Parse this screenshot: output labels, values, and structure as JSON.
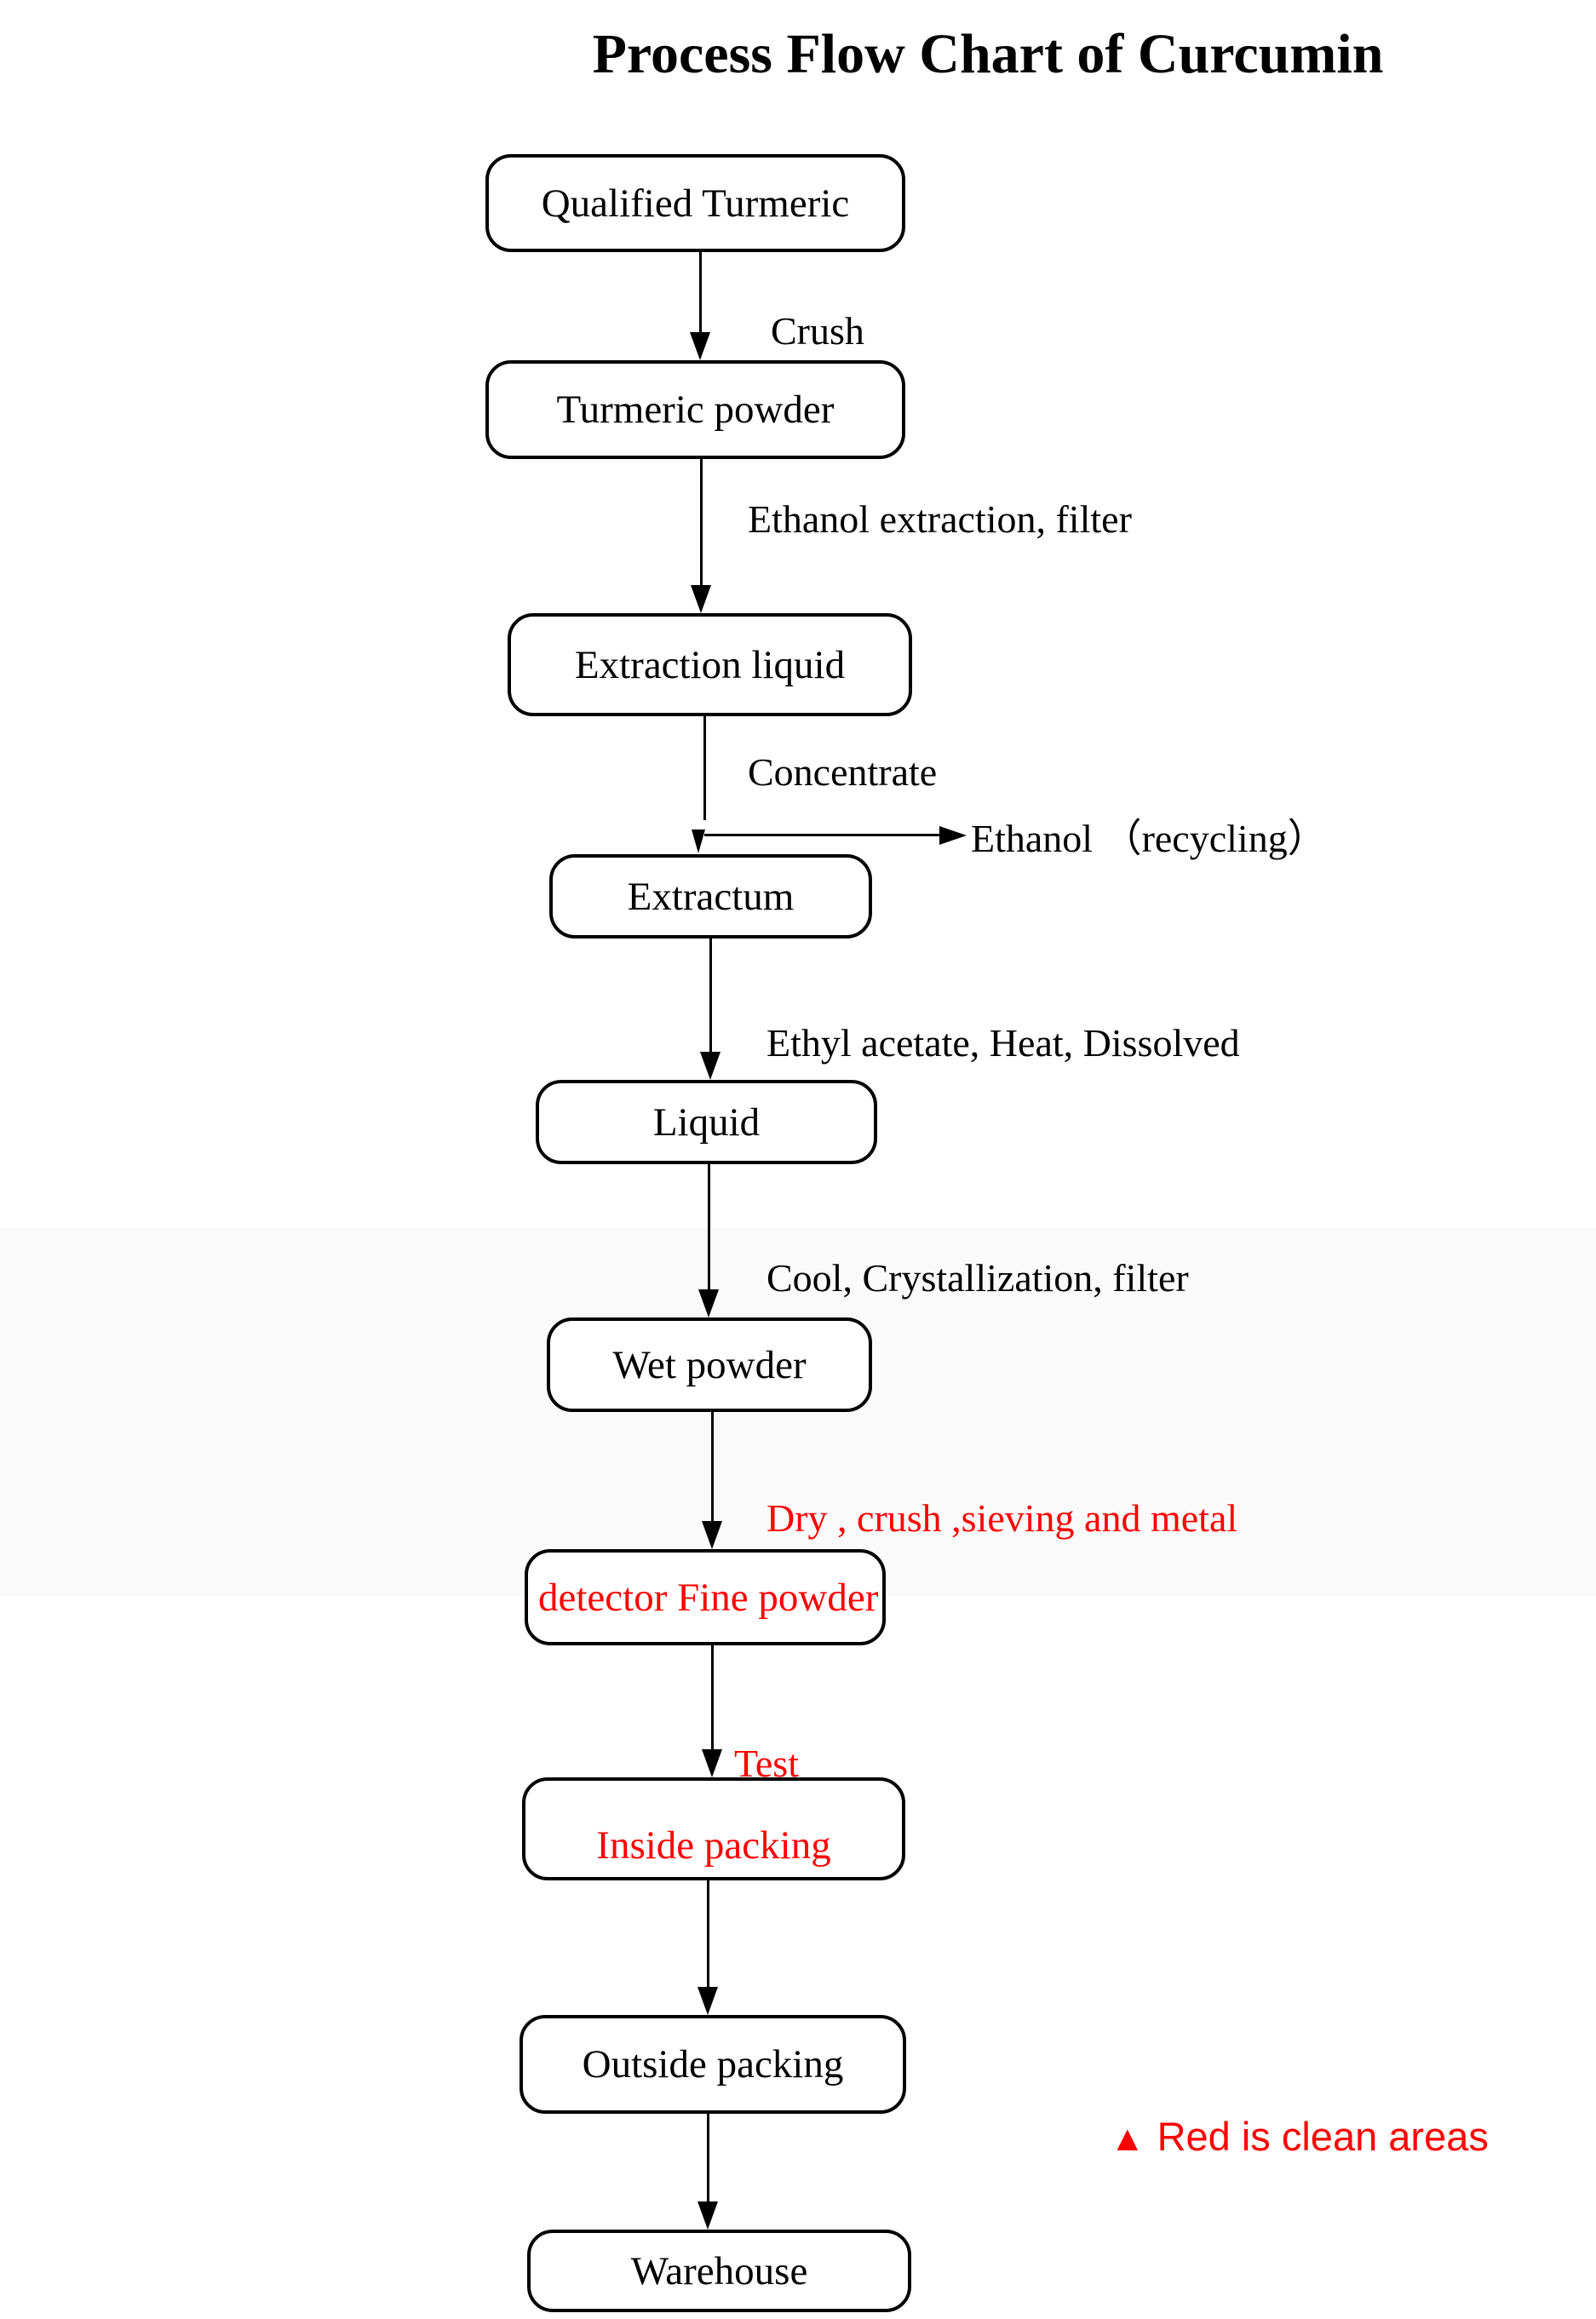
{
  "title": "Process Flow Chart of Curcumin",
  "colors": {
    "clean_area_red": "#ff0000",
    "band_gray": "#fafafa",
    "line_black": "#000000"
  },
  "flowchart": {
    "nodes": [
      {
        "label": "Qualified Turmeric"
      },
      {
        "label": "Turmeric powder"
      },
      {
        "label": "Extraction liquid"
      },
      {
        "label": "Extractum"
      },
      {
        "label": "Liquid"
      },
      {
        "label": "Wet powder"
      },
      {
        "label": "detector Fine powder"
      },
      {
        "label": "Inside packing"
      },
      {
        "label": "Outside packing"
      },
      {
        "label": "Warehouse"
      }
    ],
    "edge_labels": [
      {
        "text": "Crush"
      },
      {
        "text": "Ethanol extraction, filter"
      },
      {
        "text": "Concentrate"
      },
      {
        "text": "Ethanol （recycling）"
      },
      {
        "text": "Ethyl acetate, Heat, Dissolved"
      },
      {
        "text": "Cool, Crystallization, filter"
      },
      {
        "text": "Dry , crush ,sieving and metal"
      },
      {
        "text": "Test"
      }
    ],
    "legend": {
      "marker": "▲",
      "text": "Red is clean areas"
    }
  }
}
